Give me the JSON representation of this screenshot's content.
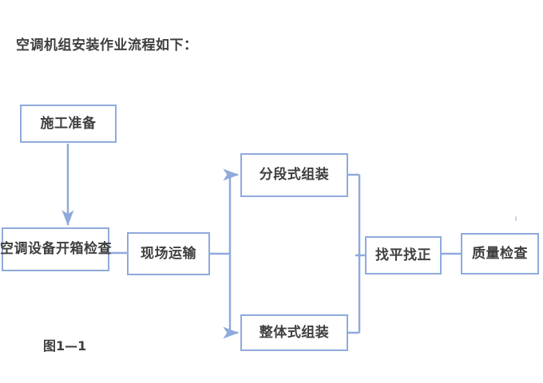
{
  "page": {
    "title": "空调机组安装作业流程如下：",
    "caption": "图1—1",
    "background_color": "#ffffff",
    "accent_color": "#8faadc",
    "text_color": "#3f3f3f"
  },
  "diagram": {
    "type": "flowchart",
    "nodes": [
      {
        "id": "prep",
        "label": "施工准备"
      },
      {
        "id": "unbox",
        "label": "空调设备开箱检查"
      },
      {
        "id": "transport",
        "label": "现场运输"
      },
      {
        "id": "sectional",
        "label": "分段式组装"
      },
      {
        "id": "integral",
        "label": "整体式组装"
      },
      {
        "id": "level",
        "label": "找平找正"
      },
      {
        "id": "quality",
        "label": "质量检查"
      }
    ],
    "edges": [
      {
        "from": "prep",
        "to": "unbox",
        "arrow": true,
        "style": "vertical-down"
      },
      {
        "from": "unbox",
        "to": "transport",
        "arrow": false,
        "style": "horizontal"
      },
      {
        "from": "transport",
        "to": "sectional",
        "arrow": true,
        "style": "branch-up"
      },
      {
        "from": "transport",
        "to": "integral",
        "arrow": true,
        "style": "branch-down"
      },
      {
        "from": "sectional",
        "to": "level",
        "arrow": false,
        "style": "merge-down"
      },
      {
        "from": "integral",
        "to": "level",
        "arrow": false,
        "style": "merge-up"
      },
      {
        "from": "level",
        "to": "quality",
        "arrow": false,
        "style": "horizontal"
      }
    ]
  }
}
